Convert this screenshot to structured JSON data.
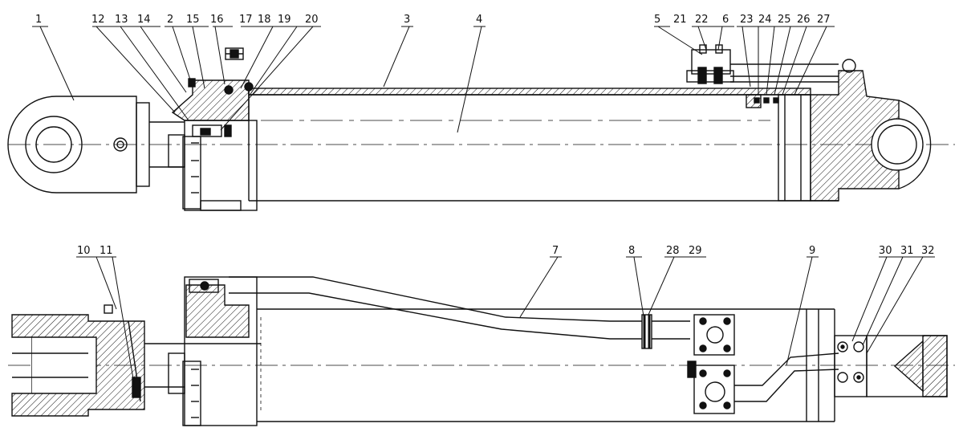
{
  "labels": {
    "l1": "1",
    "l2": "2",
    "l3": "3",
    "l4": "4",
    "l5": "5",
    "l6": "6",
    "l7": "7",
    "l8": "8",
    "l9": "9",
    "l10": "10",
    "l11": "11",
    "l12": "12",
    "l13": "13",
    "l14": "14",
    "l15": "15",
    "l16": "16",
    "l17": "17",
    "l18": "18",
    "l19": "19",
    "l20": "20",
    "l21": "21",
    "l22": "22",
    "l23": "23",
    "l24": "24",
    "l25": "25",
    "l26": "26",
    "l27": "27",
    "l28": "28",
    "l29": "29",
    "l30": "30",
    "l31": "31",
    "l32": "32"
  }
}
